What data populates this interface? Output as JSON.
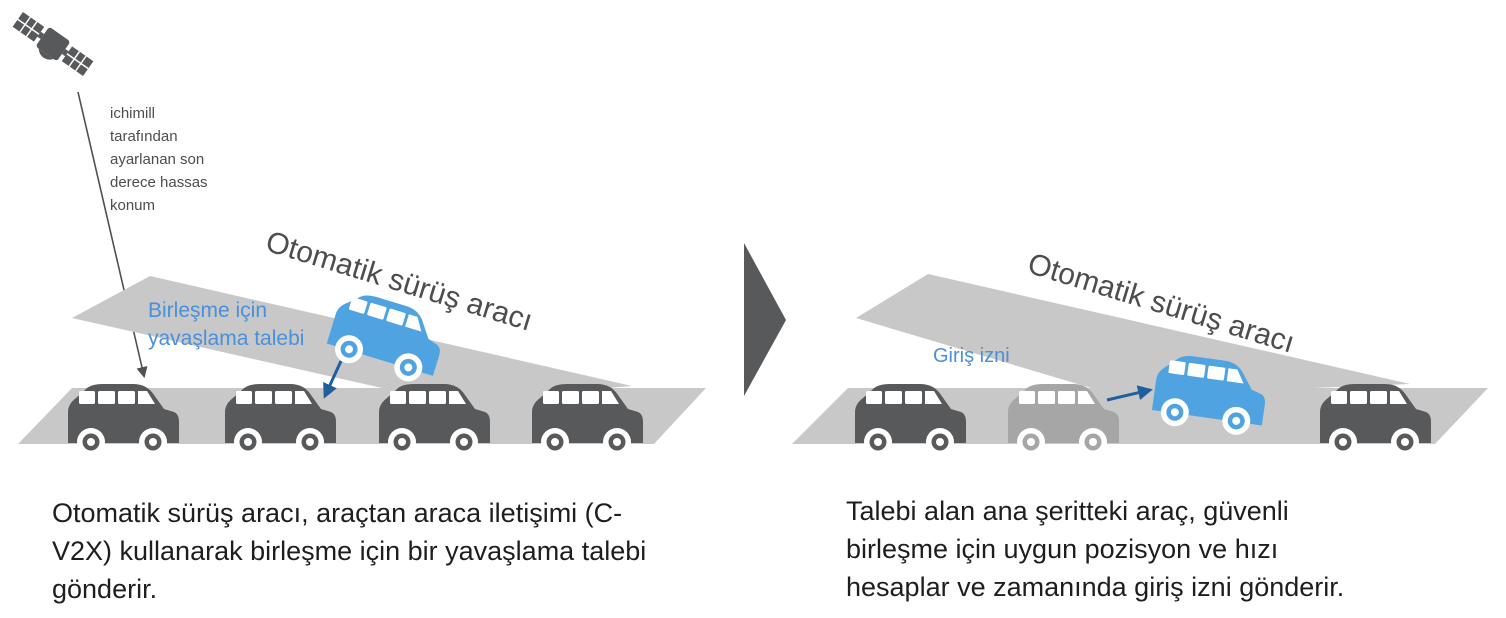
{
  "satellite_label": [
    "ichimill",
    "tarafından",
    "ayarlanan son",
    "derece hassas",
    "konum"
  ],
  "left_panel": {
    "ramp_label": "Otomatik sürüş aracı",
    "request_label": [
      "Birleşme için",
      "yavaşlama talebi"
    ],
    "caption": [
      "Otomatik sürüş aracı, araçtan araca iletişimi (C-",
      "V2X) kullanarak birleşme için bir yavaşlama talebi",
      "gönderir."
    ]
  },
  "right_panel": {
    "ramp_label": "Otomatik sürüş aracı",
    "permission_label": "Giriş izni",
    "caption": [
      "Talebi alan ana şeritteki araç, güvenli",
      "birleşme için uygun pozisyon ve hızı",
      "hesaplar ve zamanında giriş izni gönderir."
    ]
  },
  "colors": {
    "road": "#c8c8c8",
    "car_dark": "#58595b",
    "car_faded": "#a6a6a6",
    "car_blue": "#4fa3e0",
    "label_blue": "#4a90d9",
    "arrow_blue": "#1f5f9e",
    "next_arrow": "#58595b",
    "text_gray": "#4d4d4d"
  }
}
